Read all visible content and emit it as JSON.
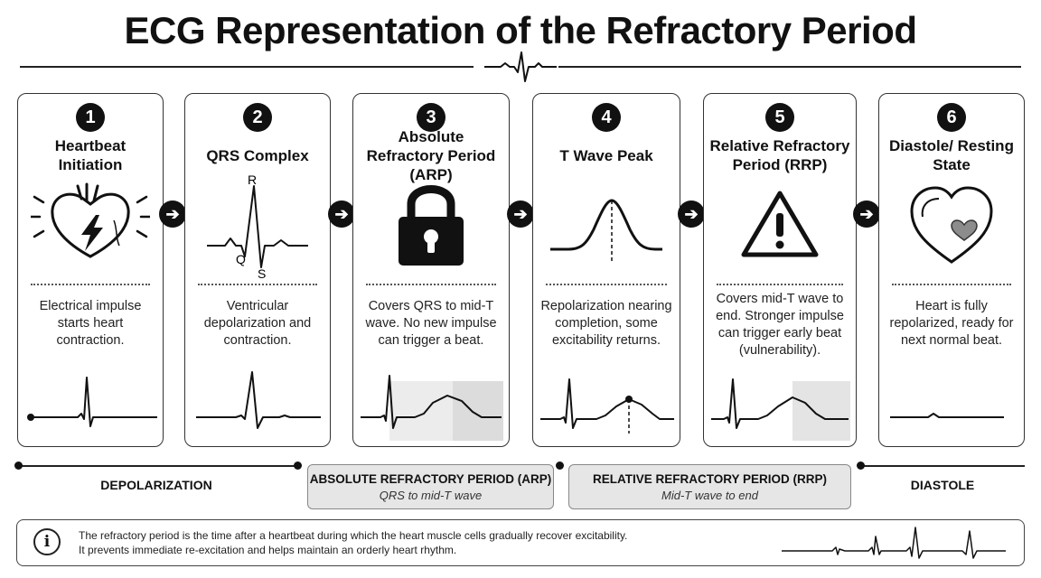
{
  "title": "ECG Representation of the Refractory Period",
  "steps": [
    {
      "number": "1",
      "title": "Heartbeat Initiation",
      "icon": "heart-lightning-icon",
      "description": "Electrical impulse starts heart contraction."
    },
    {
      "number": "2",
      "title": "QRS Complex",
      "icon": "qrs-complex-icon",
      "labels": {
        "r": "R",
        "q": "Q",
        "s": "S"
      },
      "description": "Ventricular depolarization and contraction."
    },
    {
      "number": "3",
      "title": "Absolute Refractory Period (ARP)",
      "icon": "padlock-icon",
      "description": "Covers QRS to mid-T wave. No new impulse can trigger a beat."
    },
    {
      "number": "4",
      "title": "T Wave Peak",
      "icon": "t-wave-icon",
      "description": "Repolarization nearing completion, some excitability returns."
    },
    {
      "number": "5",
      "title": "Relative Refractory Period (RRP)",
      "icon": "warning-icon",
      "description": "Covers mid-T wave to end. Stronger impulse can trigger early beat (vulnerability)."
    },
    {
      "number": "6",
      "title": "Diastole/ Resting State",
      "icon": "heart-outline-icon",
      "description": "Heart is fully repolarized, ready for next normal beat."
    }
  ],
  "arrow_icon": "arrow-right-icon",
  "timeline": {
    "depolarization": "DEPOLARIZATION",
    "arp": {
      "label": "ABSOLUTE REFRACTORY PERIOD (ARP)",
      "sub": "QRS to mid-T wave"
    },
    "rrp": {
      "label": "RELATIVE REFRACTORY PERIOD (RRP)",
      "sub": "Mid-T wave to end"
    },
    "diastole": "DIASTOLE"
  },
  "info": {
    "icon": "info-icon",
    "line1": "The refractory period is the time after a heartbeat during which the heart muscle cells gradually recover excitability.",
    "line2": "It prevents immediate re-excitation and helps maintain an orderly heart rhythm."
  },
  "colors": {
    "ink": "#111111",
    "shade": "#e6e6e6",
    "heart_fill": "#8c8c8c"
  }
}
